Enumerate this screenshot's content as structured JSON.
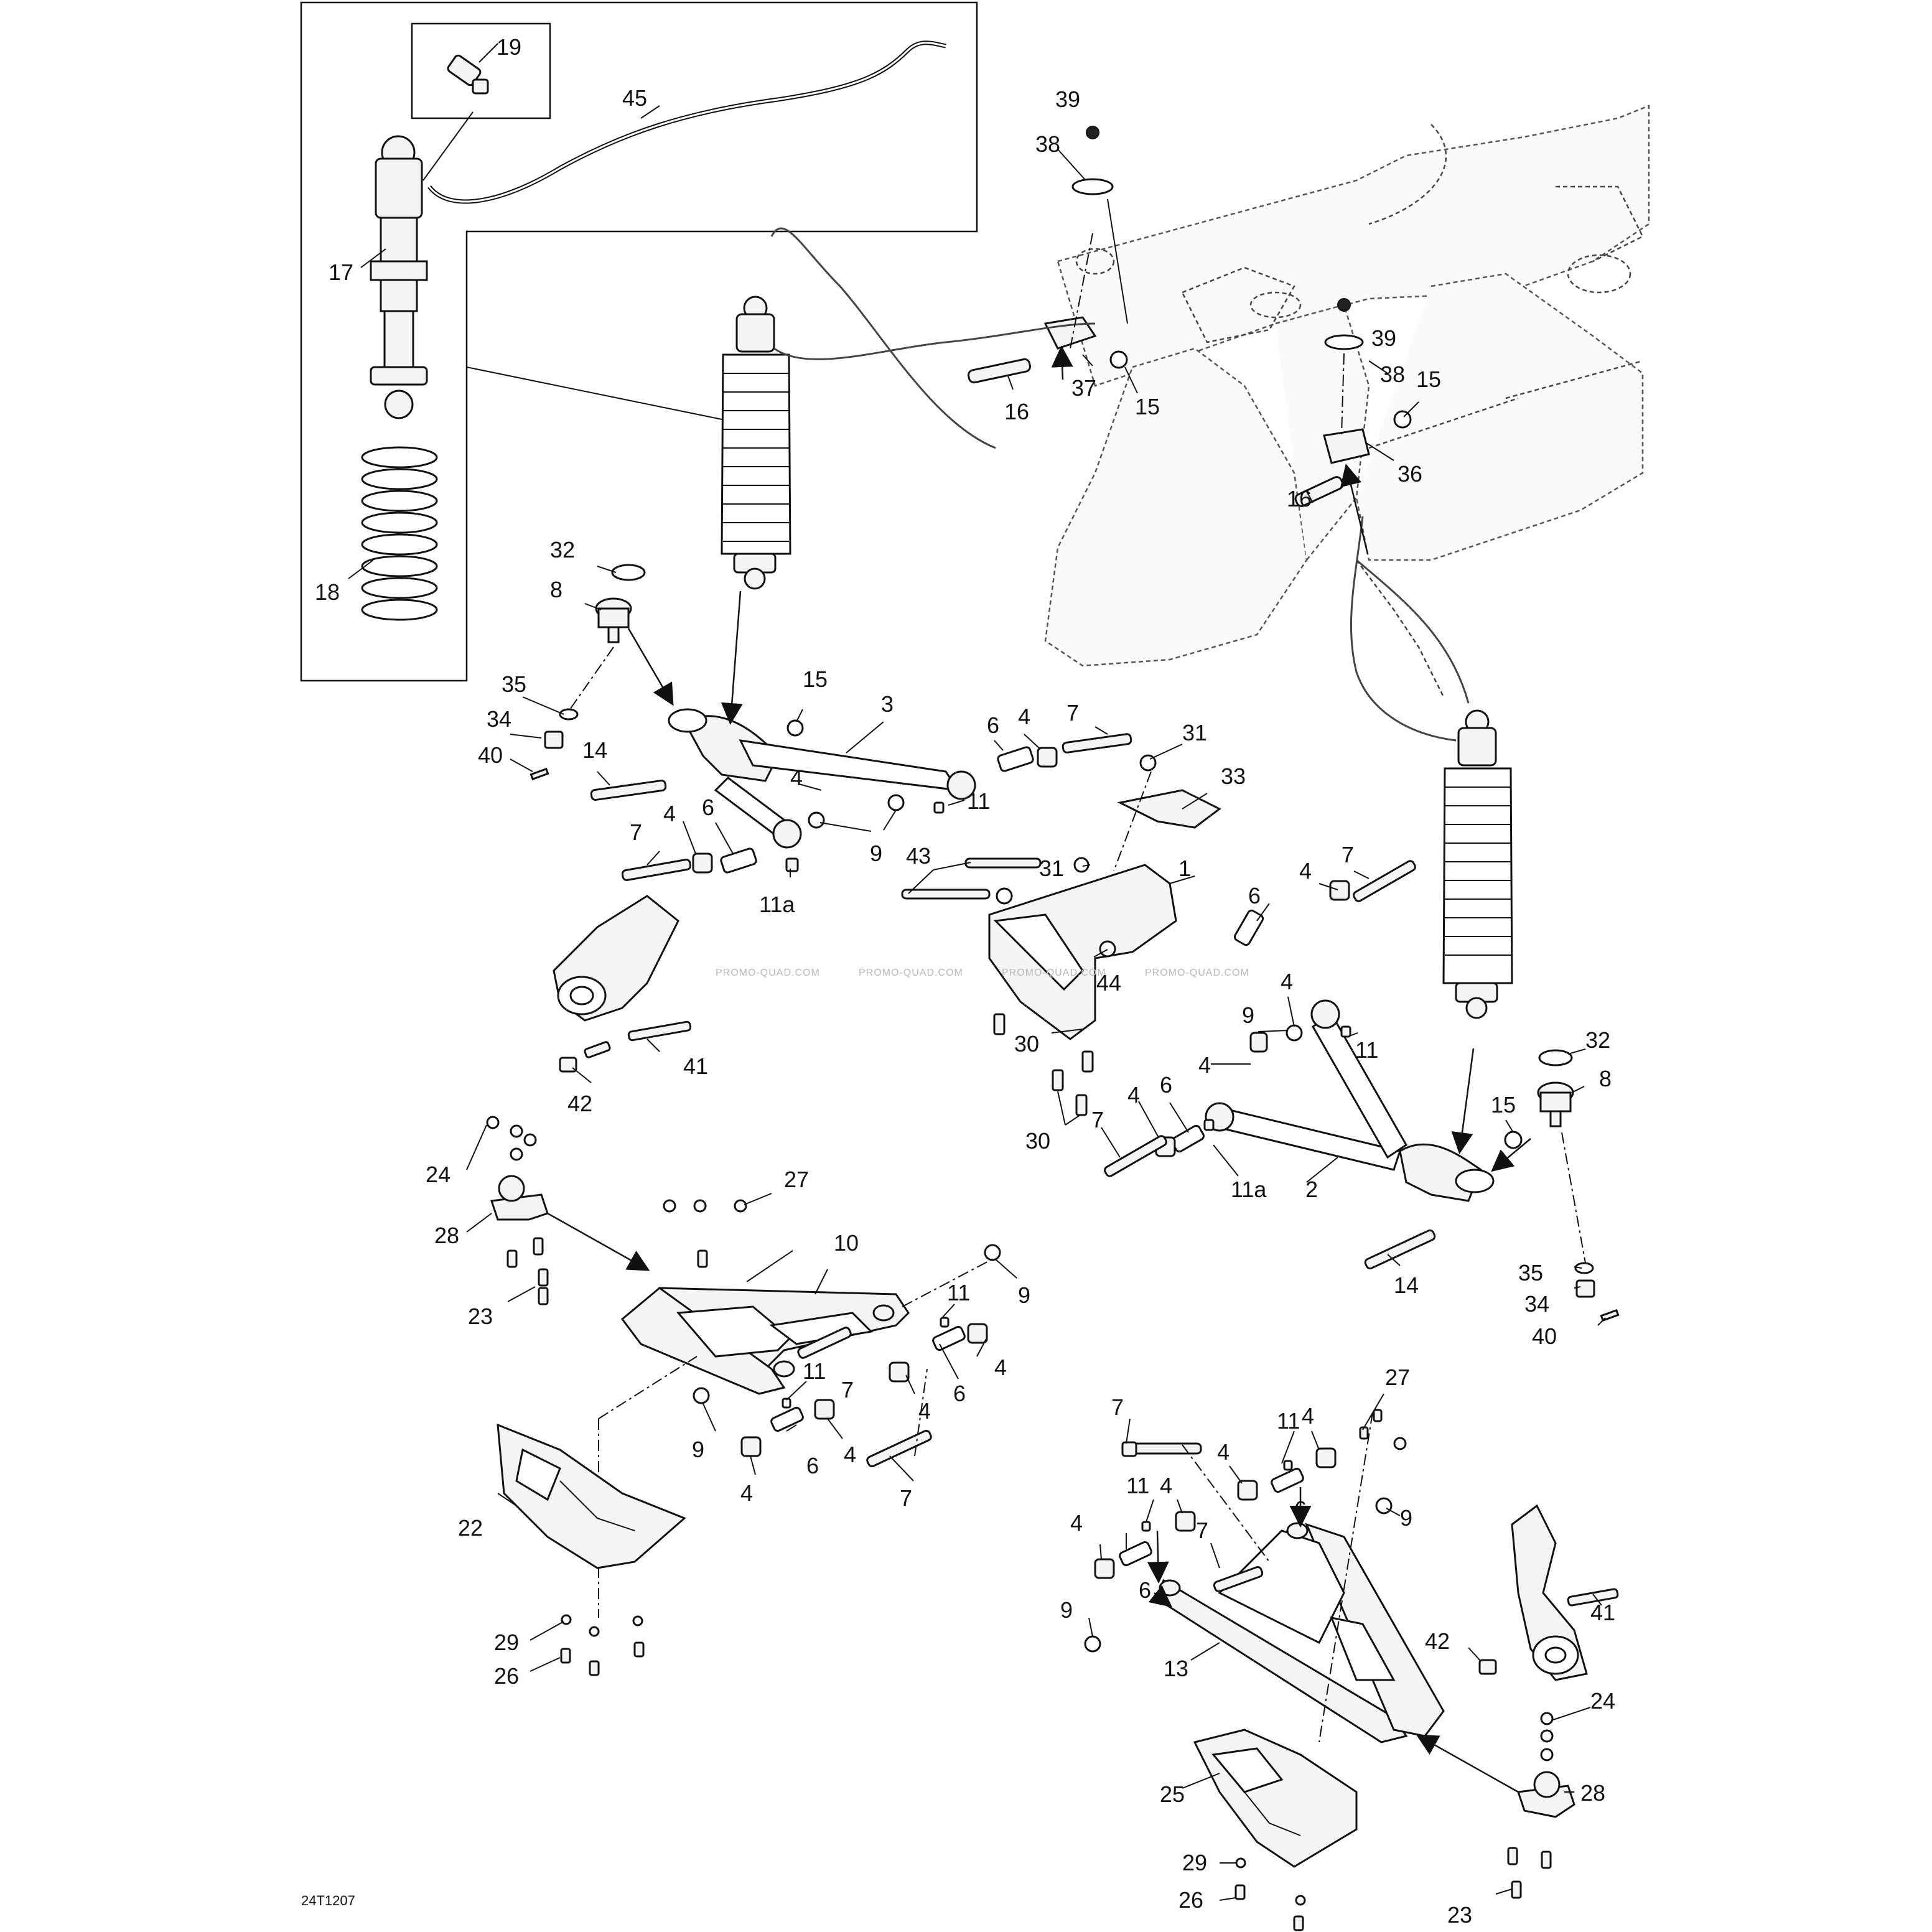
{
  "diagram": {
    "code": "24T1207",
    "watermark": "PROMO-QUAD.COM",
    "callouts": {
      "c1": "1",
      "c2": "2",
      "c3": "3",
      "c4": "4",
      "c6": "6",
      "c7": "7",
      "c8": "8",
      "c9": "9",
      "c10": "10",
      "c11": "11",
      "c11a": "11a",
      "c13": "13",
      "c14": "14",
      "c15": "15",
      "c16": "16",
      "c17": "17",
      "c18": "18",
      "c19": "19",
      "c22": "22",
      "c23": "23",
      "c24": "24",
      "c25": "25",
      "c26": "26",
      "c27": "27",
      "c28": "28",
      "c29": "29",
      "c30": "30",
      "c31": "31",
      "c32": "32",
      "c33": "33",
      "c34": "34",
      "c35": "35",
      "c36": "36",
      "c37": "37",
      "c38": "38",
      "c39": "39",
      "c40": "40",
      "c41": "41",
      "c42": "42",
      "c43": "43",
      "c44": "44",
      "c45": "45"
    }
  }
}
